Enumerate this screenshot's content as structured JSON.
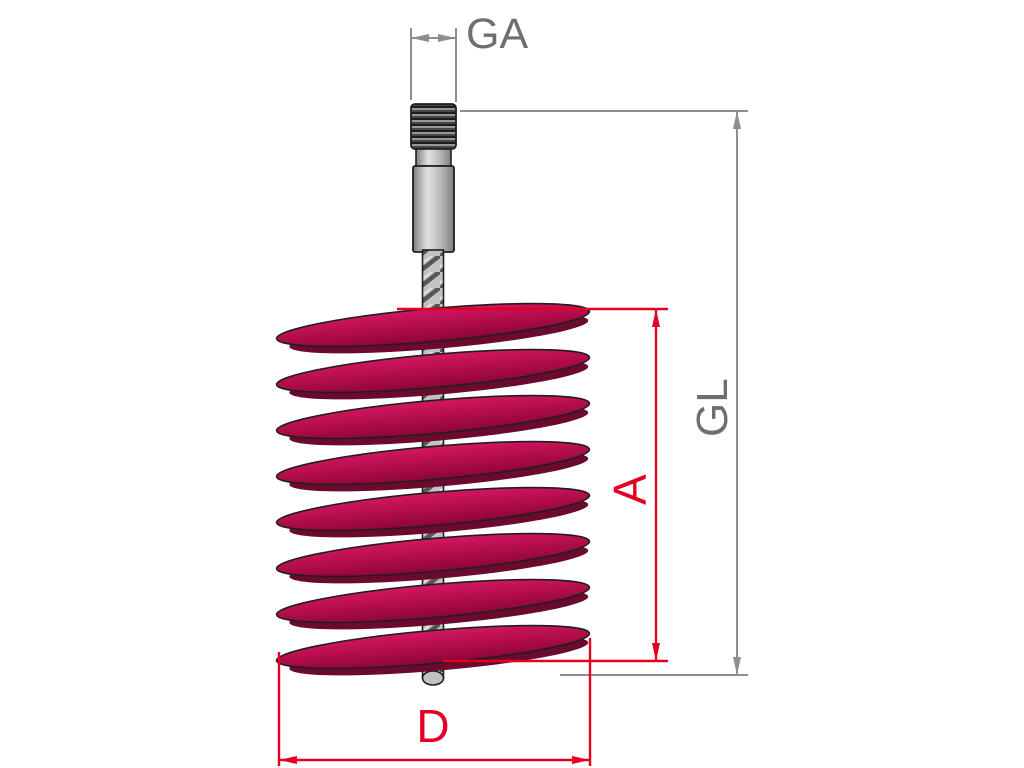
{
  "diagram": {
    "labels": {
      "ga": "GA",
      "gl": "GL",
      "a": "A",
      "d": "D"
    },
    "colors": {
      "background": "#ffffff",
      "dimension_gray": "#8e8e8e",
      "label_gray": "#6f6f6f",
      "dimension_red": "#e30022",
      "blade_top": "#d4175f",
      "blade_mid": "#b20d4b",
      "blade_bottom": "#8c0539",
      "blade_underside": "#6b0a2d",
      "outline": "#1f1f1f",
      "stem_light": "#c2c2c2",
      "stem_dark": "#565656",
      "shank_light": "#e2e2e2",
      "shank_dark": "#7e7e7e",
      "thread_dark": "#474747",
      "thread_light": "#989898"
    }
  }
}
